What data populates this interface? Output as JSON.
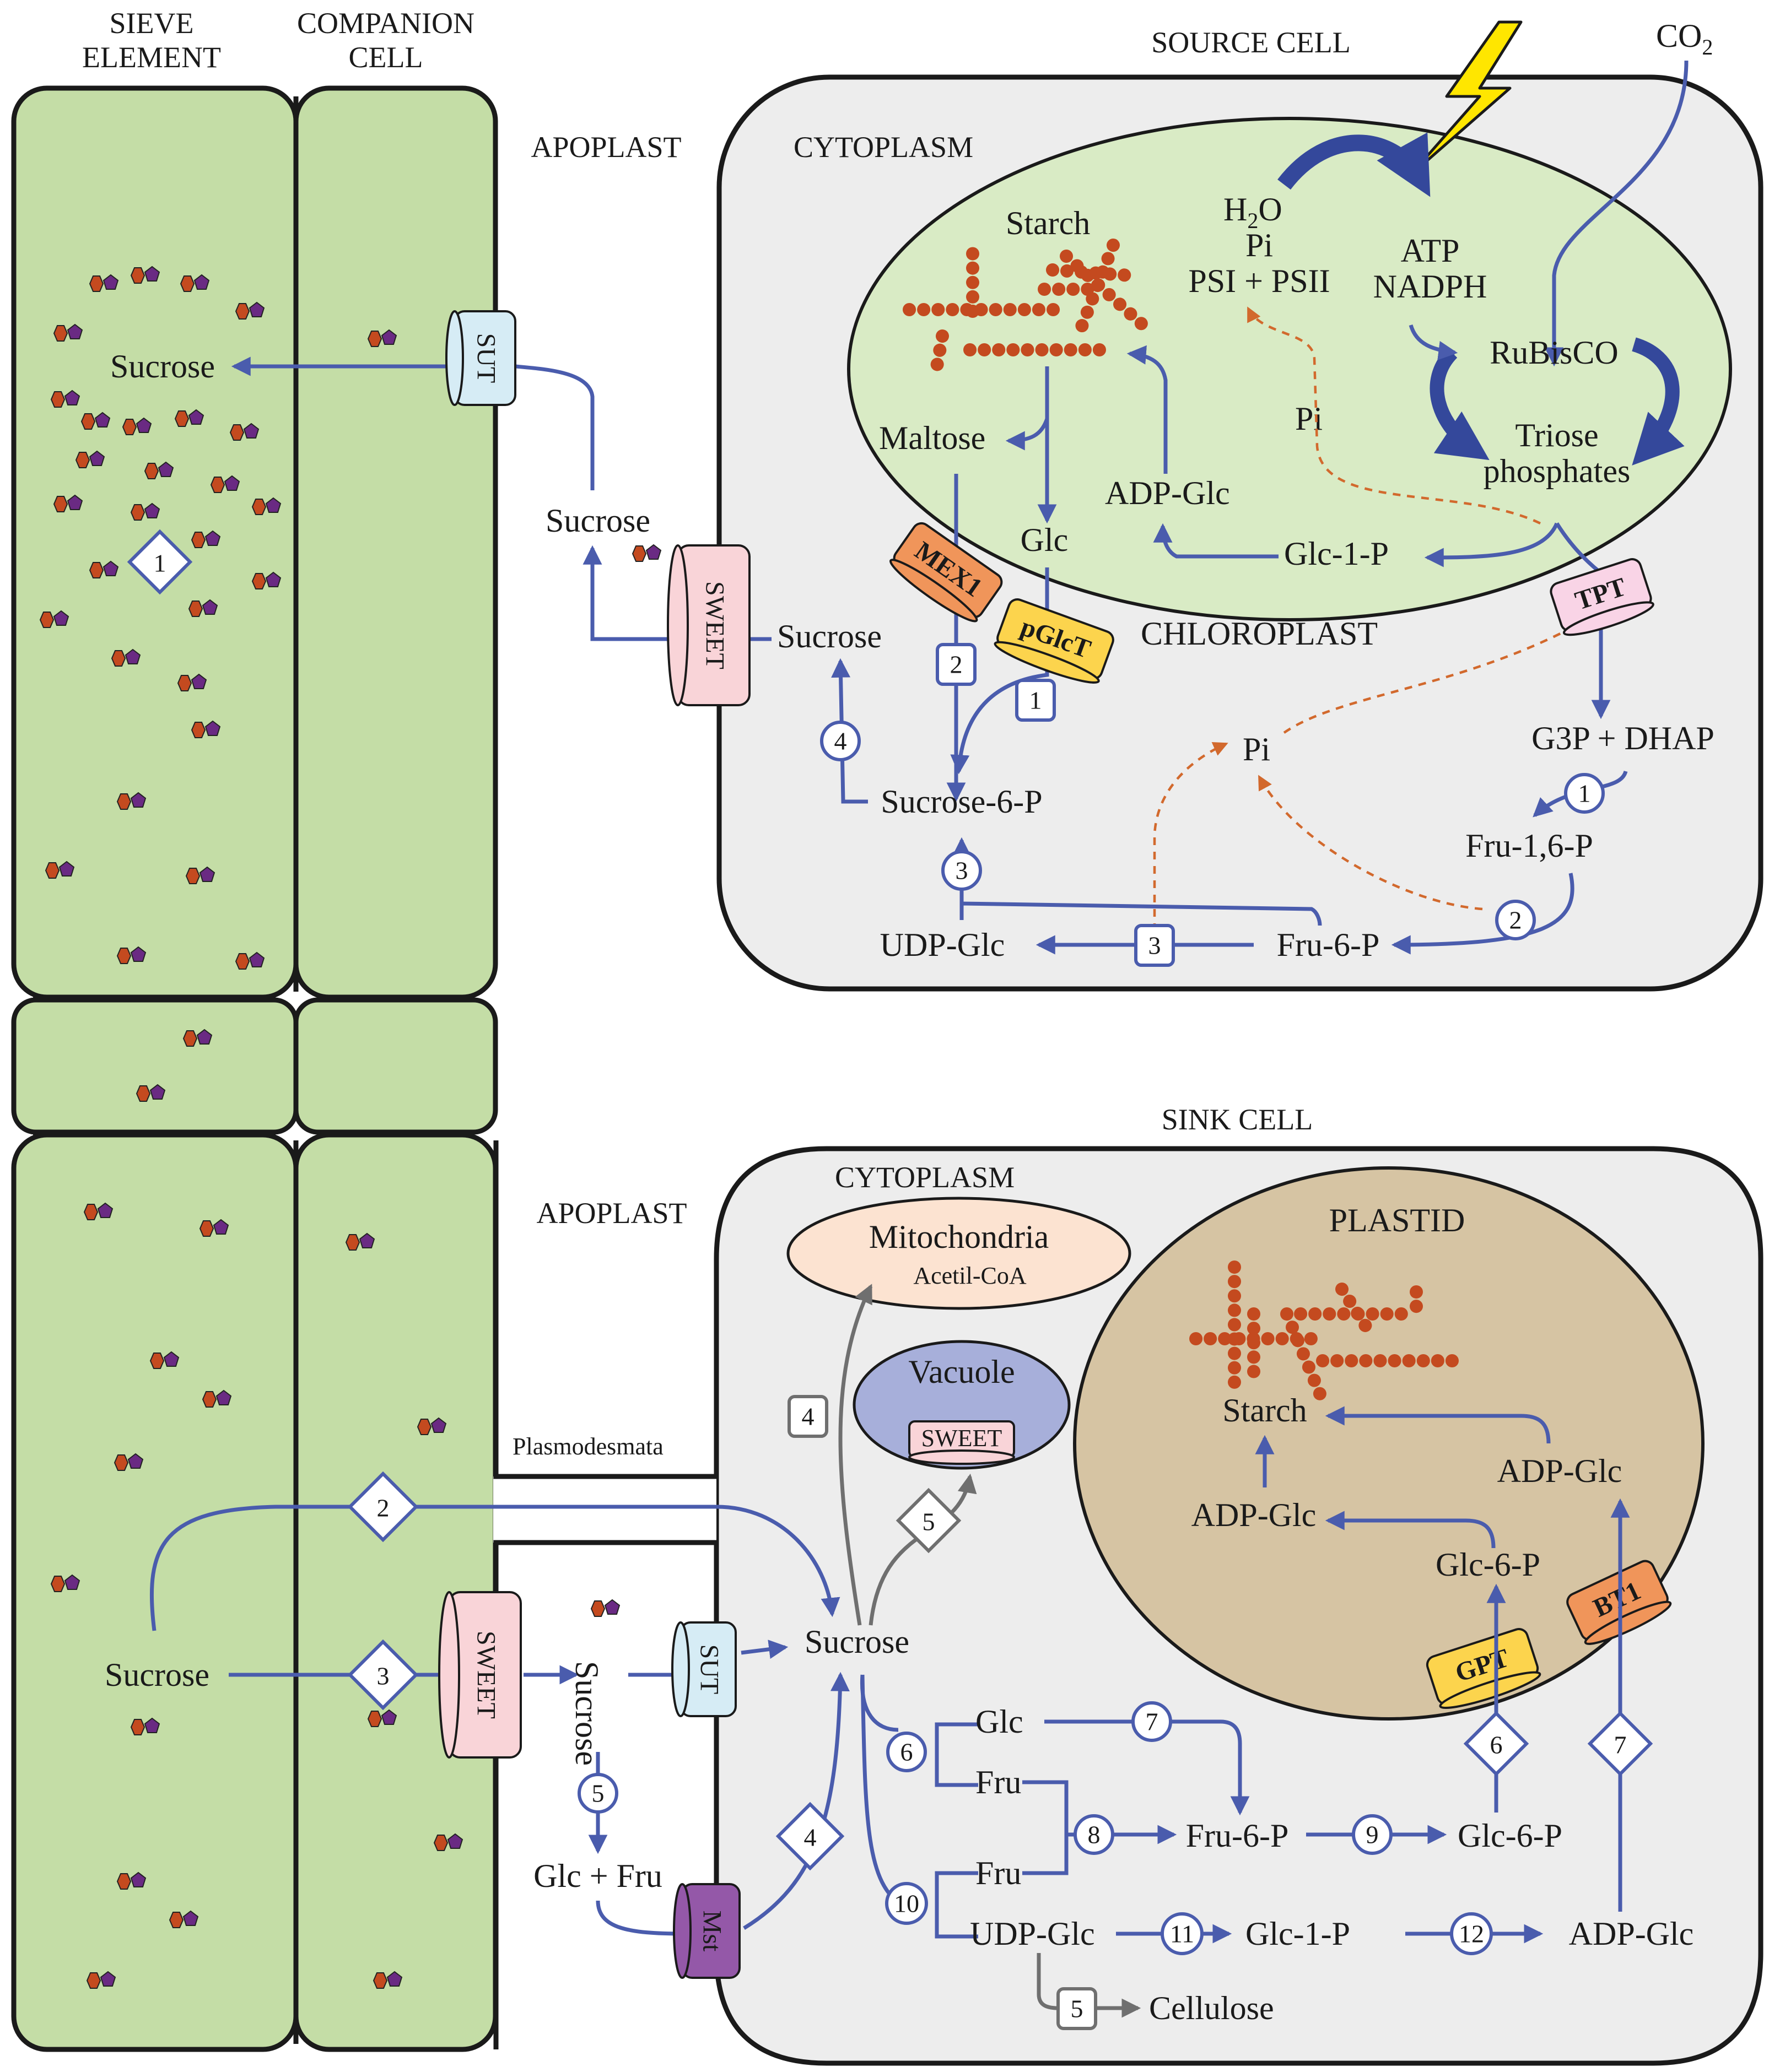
{
  "colors": {
    "phloem": "#c4dda6",
    "cell": "#ededed",
    "chloroplast": "#d9ebc5",
    "plastid": "#d6c4a3",
    "arrow": "#4a5cad",
    "pi_dashed": "#d2692d",
    "gray_arrow": "#6f6f6f",
    "bead": "#c44a1f",
    "pentagon": "#6a2a83"
  },
  "labels": {
    "sieve_element_1": "SIEVE",
    "sieve_element_2": "ELEMENT",
    "companion_cell_1": "COMPANION",
    "companion_cell_2": "CELL",
    "source_cell": "SOURCE CELL",
    "sink_cell": "SINK CELL",
    "apoplast_top": "APOPLAST",
    "apoplast_bottom": "APOPLAST",
    "cytoplasm_top": "CYTOPLASM",
    "cytoplasm_bottom": "CYTOPLASM",
    "chloroplast": "CHLOROPLAST",
    "plastid": "PLASTID",
    "plasmodesmata": "Plasmodesmata",
    "co2_main": "CO",
    "co2_sub": "2"
  },
  "source": {
    "sucrose_sieve": "Sucrose",
    "sucrose_apoplast": "Sucrose",
    "sucrose_cyto": "Sucrose",
    "starch": "Starch",
    "maltose": "Maltose",
    "glc": "Glc",
    "adp_glc": "ADP-Glc",
    "glc1p": "Glc-1-P",
    "h2o_main": "H",
    "h2o_sub": "2",
    "h2o_end": "O",
    "pi_light": "Pi",
    "psi_psii": "PSI + PSII",
    "atp": "ATP",
    "nadph": "NADPH",
    "rubisco": "RuBisCO",
    "pi_mid": "Pi",
    "triose1": "Triose",
    "triose2": "phosphates",
    "pi_cyto": "Pi",
    "g3p_dhap": "G3P + DHAP",
    "fru16p": "Fru-1,6-P",
    "sucrose6p": "Sucrose-6-P",
    "udp_glc": "UDP-Glc",
    "fru6p": "Fru-6-P"
  },
  "sink": {
    "mitochondria": "Mitochondria",
    "acetyl_coa": "Acetil-CoA",
    "vacuole": "Vacuole",
    "starch": "Starch",
    "adp_glc_left": "ADP-Glc",
    "adp_glc_right": "ADP-Glc",
    "glc6p_top": "Glc-6-P",
    "sucrose_se": "Sucrose",
    "sucrose_apo": "Sucrose",
    "sucrose_cyto": "Sucrose",
    "glc_fru": "Glc + Fru",
    "glc": "Glc",
    "fru_a": "Fru",
    "fru_b": "Fru",
    "fru6p": "Fru-6-P",
    "glc6p": "Glc-6-P",
    "udp_glc": "UDP-Glc",
    "glc1p": "Glc-1-P",
    "adp_glc_bottom": "ADP-Glc",
    "cellulose": "Cellulose"
  },
  "transporters": {
    "sut_top": "SUT",
    "sweet_top": "SWEET",
    "mex1": "MEX1",
    "pglct": "pGlcT",
    "tpt": "TPT",
    "sweet_bottom": "SWEET",
    "sut_bottom": "SUT",
    "mst": "Mst",
    "sweet_vacuole": "SWEET",
    "gpt": "GPT",
    "bt1": "BT1"
  },
  "steps": {
    "d1": "1",
    "src_c1": "1",
    "src_c2": "2",
    "src_c3": "3",
    "src_c4": "4",
    "src_s1": "1",
    "src_s2": "2",
    "src_s3": "3",
    "d2": "2",
    "d3": "3",
    "d4": "4",
    "d5": "5",
    "d6": "6",
    "d7": "7",
    "snk_g4": "4",
    "snk_g5": "5",
    "snk_c5": "5",
    "snk_c6": "6",
    "snk_c7": "7",
    "snk_c8": "8",
    "snk_c9": "9",
    "snk_c10": "10",
    "snk_c11": "11",
    "snk_c12": "12"
  }
}
